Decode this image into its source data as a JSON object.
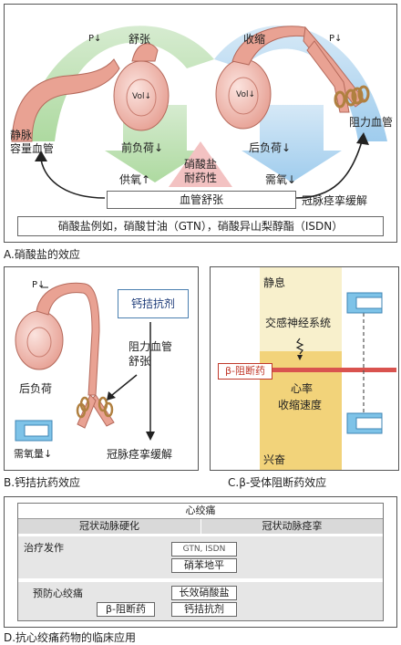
{
  "panelA": {
    "caption": "A.硝酸盐的效应",
    "p_left": "P↓",
    "dilation": "舒张",
    "vol_left": "Vol↓",
    "venous_1": "静脉",
    "venous_2": "容量血管",
    "preload": "前负荷↓",
    "supply": "供氧↑",
    "tolerance_1": "硝酸盐",
    "tolerance_2": "耐药性",
    "demand": "需氧↓",
    "contraction": "收缩",
    "p_right": "P↓",
    "vol_right": "Vol↓",
    "afterload": "后负荷↓",
    "resistance": "阻力血管",
    "vasodilation": "血管舒张",
    "spasm_relief": "冠脉痉挛缓解",
    "examples": "硝酸盐例如，硝酸甘油（GTN），硝酸异山梨醇酯（ISDN）"
  },
  "panelB": {
    "caption": "B.钙拮抗药效应",
    "p": "P↓",
    "drug": "钙拮抗剂",
    "resistance_1": "阻力血管",
    "resistance_2": "舒张",
    "afterload": "后负荷",
    "spasm_relief": "冠脉痉挛缓解",
    "oxygen": "需氧量↓"
  },
  "panelC": {
    "caption": "C.β-受体阻断药效应",
    "rest": "静息",
    "sympathetic": "交感神经系统",
    "blocker": "β-阻断药",
    "heart_rate": "心率",
    "contraction_speed": "收缩速度",
    "excited": "兴奋"
  },
  "panelD": {
    "caption": "D.抗心绞痛药物的临床应用",
    "title": "心绞痛",
    "col1": "冠状动脉硬化",
    "col2": "冠状动脉痉挛",
    "row1": "治疗发作",
    "row1_drug1": "GTN, ISDN",
    "row1_drug2": "硝苯地平",
    "row2": "预防心绞痛",
    "row2_drug1": "长效硝酸盐",
    "row2_label2": "β-阻断药",
    "row2_drug2": "钙拮抗剂"
  }
}
